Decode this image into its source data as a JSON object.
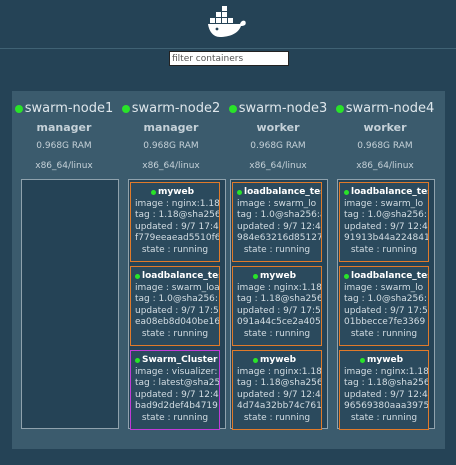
{
  "header": {
    "logo_icon": "docker-whale-icon",
    "filter_placeholder": "filter containers"
  },
  "colors": {
    "background": "#254356",
    "cluster_panel": "#3b5b6d",
    "status_dot": "#29e329",
    "service_border": "#e07a2a",
    "visualizer_border": "#c03bd8"
  },
  "nodes": [
    {
      "name": "swarm-node1",
      "role": "manager",
      "ram": "0.968G RAM",
      "platform": "x86_64/linux",
      "tasks": []
    },
    {
      "name": "swarm-node2",
      "role": "manager",
      "ram": "0.968G RAM",
      "platform": "x86_64/linux",
      "tasks": [
        {
          "name": "myweb",
          "image": "image : nginx:1.18",
          "tag": "tag : 1.18@sha256:",
          "updated": "updated : 9/7 17:4",
          "id": "f779eeaead5510f6",
          "state": "state : running"
        },
        {
          "name": "loadbalance_tes",
          "image": "image : swarm_loa",
          "tag": "tag : 1.0@sha256:",
          "updated": "updated : 9/7 17:5",
          "id": "ea08eb8d040be16",
          "state": "state : running"
        },
        {
          "name": "Swarm_Cluster",
          "image": "image : visualizer:",
          "tag": "tag : latest@sha25",
          "updated": "updated : 9/7 12:4",
          "id": "bad9d2def4b4719",
          "state": "state : running"
        }
      ]
    },
    {
      "name": "swarm-node3",
      "role": "worker",
      "ram": "0.968G RAM",
      "platform": "x86_64/linux",
      "tasks": [
        {
          "name": "loadbalance_tes",
          "image": "image : swarm_lo",
          "tag": "tag : 1.0@sha256:a",
          "updated": "updated : 9/7 12:4",
          "id": "984e63216d85127",
          "state": "state : running"
        },
        {
          "name": "myweb",
          "image": "image : nginx:1.18",
          "tag": "tag : 1.18@sha256",
          "updated": "updated : 9/7 17:5",
          "id": "091a44c5ce2a405",
          "state": "state : running"
        },
        {
          "name": "myweb",
          "image": "image : nginx:1.18",
          "tag": "tag : 1.18@sha256",
          "updated": "updated : 9/7 12:4",
          "id": "4d74a32bb74c761",
          "state": "state : running"
        }
      ]
    },
    {
      "name": "swarm-node4",
      "role": "worker",
      "ram": "0.968G RAM",
      "platform": "x86_64/linux",
      "tasks": [
        {
          "name": "loadbalance_tes",
          "image": "image : swarm_lo",
          "tag": "tag : 1.0@sha256:",
          "updated": "updated : 9/7 12:4",
          "id": "91913b44a224841",
          "state": "state : running"
        },
        {
          "name": "loadbalance_tes",
          "image": "image : swarm_lo",
          "tag": "tag : 1.0@sha256:",
          "updated": "updated : 9/7 17:5",
          "id": "01bbecce7fe3369",
          "state": "state : running"
        },
        {
          "name": "myweb",
          "image": "image : nginx:1.18",
          "tag": "tag : 1.18@sha256",
          "updated": "updated : 9/7 12:4",
          "id": "96569380aaa3975",
          "state": "state : running"
        }
      ]
    }
  ]
}
